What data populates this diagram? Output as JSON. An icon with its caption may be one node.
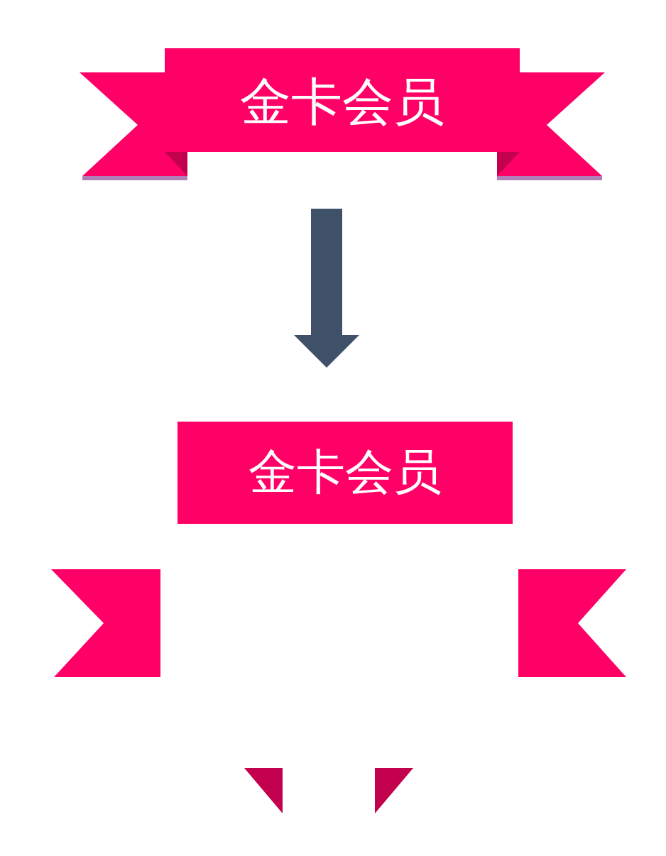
{
  "diagram": {
    "nodes": [
      {
        "text": [
          "金卡会员"
        ]
      },
      {
        "text": [
          "金卡会员"
        ]
      },
      {
        "text": [],
        "shape": "flag"
      },
      {
        "text": [],
        "shape": "flag"
      },
      {
        "text": [],
        "shape": "triangle"
      },
      {
        "text": [],
        "shape": "triangle"
      }
    ],
    "edges": [
      {
        "from": 0,
        "to": 1,
        "arrow": "to"
      }
    ]
  }
}
